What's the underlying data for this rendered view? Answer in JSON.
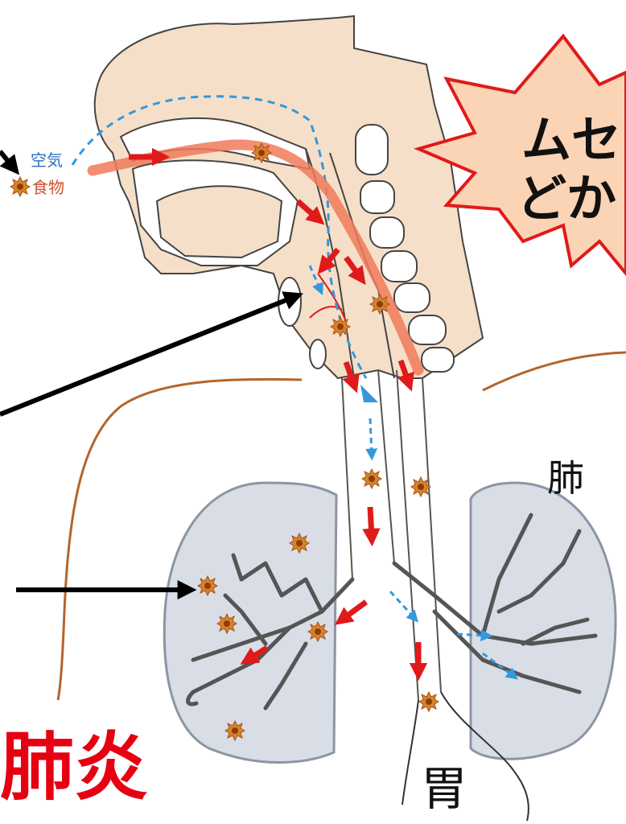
{
  "labels": {
    "air": "空気",
    "food": "食物",
    "lung": "肺",
    "stomach": "胃",
    "pneumonia": "肺炎",
    "callout_line1": "ムセ",
    "callout_line2": "どか"
  },
  "colors": {
    "skin": "#f6dfc8",
    "food_path": "#f07a5a",
    "red_arrow": "#e01a1a",
    "air_arrow": "#3399dd",
    "lung_fill": "#d9dde6",
    "lung_stroke": "#8c95a3",
    "bronchi": "#555555",
    "body_outline": "#b5652a",
    "burst_fill": "#fbd3b5",
    "burst_stroke": "#e01a1a",
    "pneumonia_text": "#e60012",
    "particle": "#d9822b"
  }
}
